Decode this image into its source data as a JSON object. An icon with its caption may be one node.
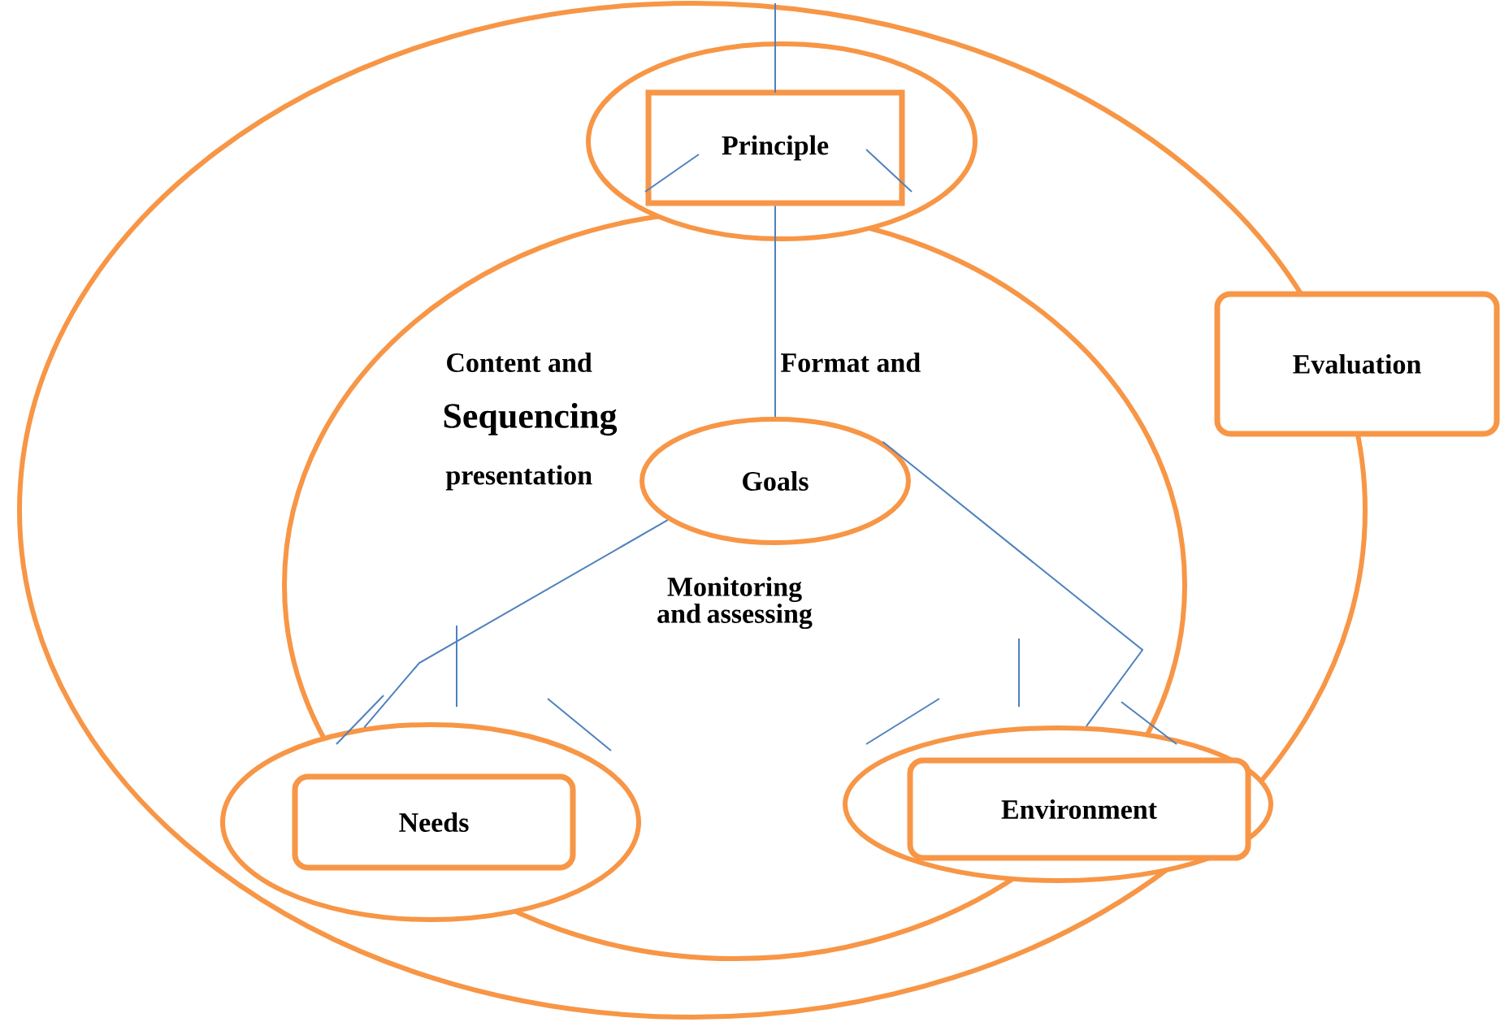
{
  "diagram": {
    "nodes": [
      {
        "text": [],
        "shape": "circle"
      },
      {
        "text": [],
        "shape": "circle",
        "in": 0
      },
      {
        "text": [],
        "shape": "circle",
        "in": 0
      },
      {
        "text": [
          "Principle"
        ],
        "in": 2
      },
      {
        "text": [
          "Goals"
        ],
        "in": 1
      },
      {
        "text": [],
        "shape": "circle",
        "in": 0
      },
      {
        "text": [
          "Needs"
        ],
        "in": 5
      },
      {
        "text": [],
        "shape": "circle",
        "in": 0
      },
      {
        "text": [
          "Environment"
        ],
        "in": 7
      },
      {
        "text": [
          "Evaluation"
        ]
      }
    ],
    "edges": [
      {
        "from": 3,
        "to": 4,
        "arrow": "none"
      },
      {
        "from": 4,
        "to": 5,
        "arrow": "none"
      },
      {
        "from": 4,
        "to": 7,
        "arrow": "none"
      }
    ],
    "labels": [
      "Content and",
      "Format and",
      "Sequencing",
      "presentation",
      "Monitoring and assessing"
    ]
  }
}
